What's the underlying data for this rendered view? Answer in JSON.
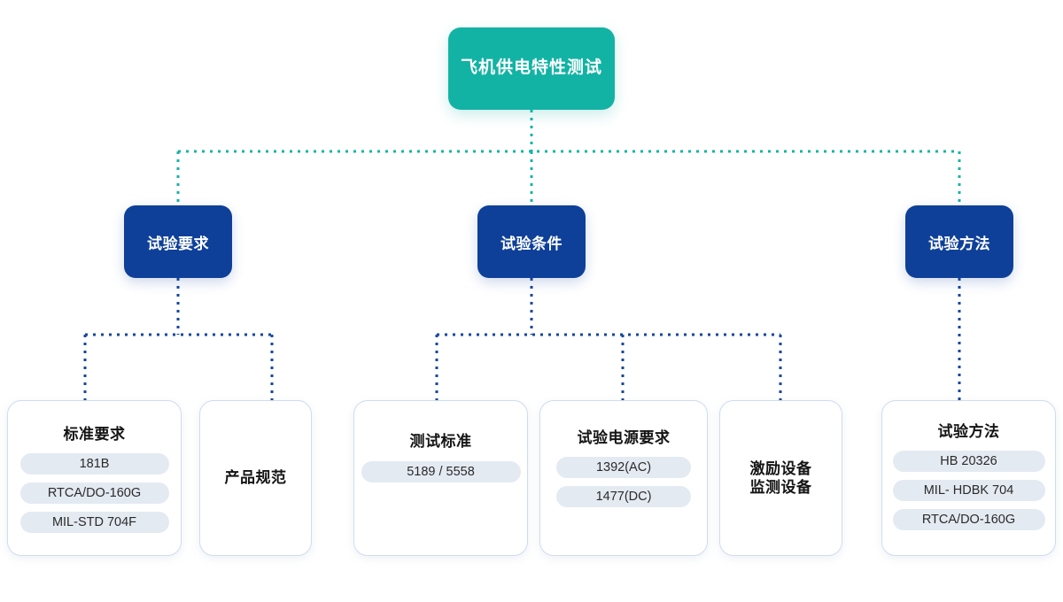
{
  "diagram": {
    "type": "tree",
    "root": {
      "label": "飞机供电特性测试",
      "color": "#12b3a4"
    },
    "branch_color": "#0e4099",
    "root_connector_color": "#16b5a5",
    "branch_connector_color": "#15479e",
    "tag_color": "#e4eaf2",
    "card_border_color": "#cfdcee",
    "branches": [
      {
        "label": "试验要求",
        "cards": [
          {
            "title": "标准要求",
            "tags": [
              "181B",
              "RTCA/DO-160G",
              "MIL-STD 704F"
            ]
          },
          {
            "title": "产品规范",
            "tags": []
          }
        ]
      },
      {
        "label": "试验条件",
        "cards": [
          {
            "title": "测试标准",
            "tags": [
              "5189 / 5558"
            ]
          },
          {
            "title": "试验电源要求",
            "tags": [
              "1392(AC)",
              "1477(DC)"
            ]
          },
          {
            "title": "激励设备\n监测设备",
            "tags": []
          }
        ]
      },
      {
        "label": "试验方法",
        "cards": [
          {
            "title": "试验方法",
            "tags": [
              "HB 20326",
              "MIL- HDBK 704",
              "RTCA/DO-160G"
            ]
          }
        ]
      }
    ]
  }
}
